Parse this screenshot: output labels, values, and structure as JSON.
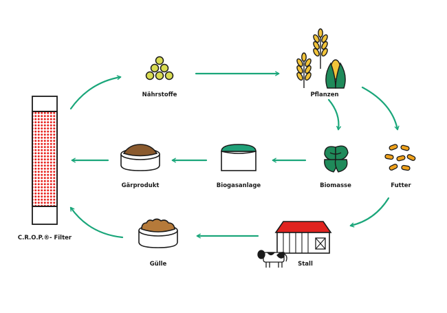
{
  "nodes": {
    "naehrstoffe": "Nährstoffe",
    "pflanzen": "Pflanzen",
    "biomasse": "Biomasse",
    "futter": "Futter",
    "biogasanlage": "Biogasanlage",
    "gaerprodukt": "Gärprodukt",
    "guelle": "Gülle",
    "stall": "Stall",
    "crop_filter": "C.R.O.P.®- Filter"
  },
  "colors": {
    "arrow": "#1aa67a",
    "nutrient": "#d9dc52",
    "grain": "#f2c43a",
    "leaf": "#1f8a5a",
    "futter": "#f0a21c",
    "biogas_dome": "#20a078",
    "gaerprodukt_fill": "#8a5a2e",
    "guelle_fill": "#b57a3a",
    "filter_dots": "#e8231f",
    "roof": "#e0231f"
  }
}
